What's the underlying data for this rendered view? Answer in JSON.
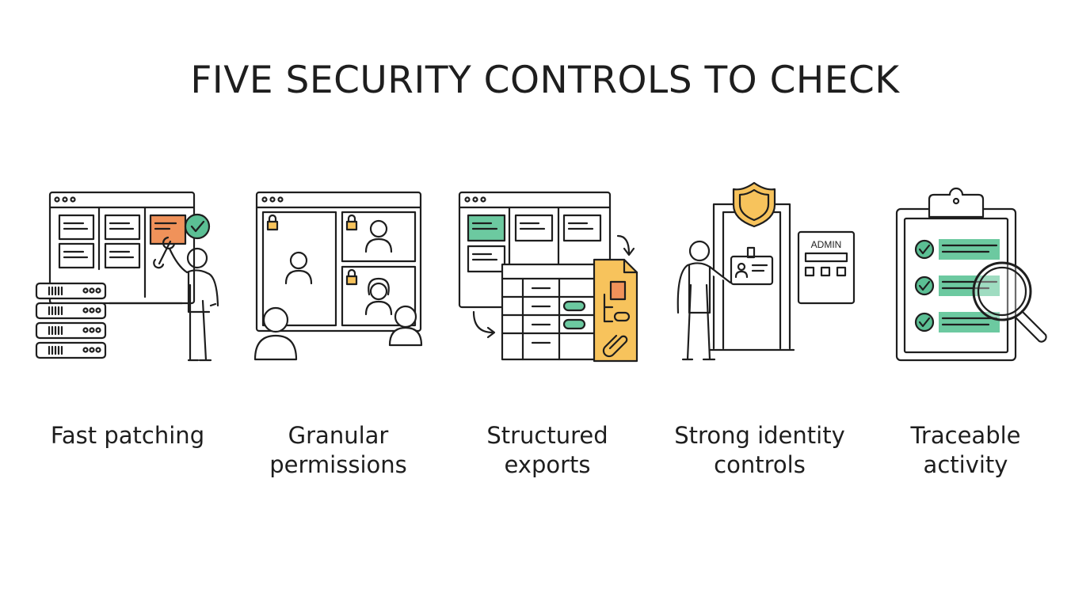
{
  "title": "FIVE SECURITY CONTROLS TO CHECK",
  "colors": {
    "stroke": "#1e1e1e",
    "orange": "#f0925a",
    "green": "#6cc9a0",
    "yellow": "#f7c35c",
    "check_green": "#5bbf94"
  },
  "controls": [
    {
      "label_line1": "Fast patching",
      "label_line2": "",
      "icon": "server-patching-icon"
    },
    {
      "label_line1": "Granular",
      "label_line2": "permissions",
      "icon": "locked-users-icon"
    },
    {
      "label_line1": "Structured",
      "label_line2": "exports",
      "icon": "data-export-icon"
    },
    {
      "label_line1": "Strong identity",
      "label_line2": "controls",
      "icon": "id-badge-shield-icon"
    },
    {
      "label_line1": "Traceable",
      "label_line2": "activity",
      "icon": "clipboard-audit-icon"
    }
  ],
  "admin_panel_text": "ADMIN"
}
